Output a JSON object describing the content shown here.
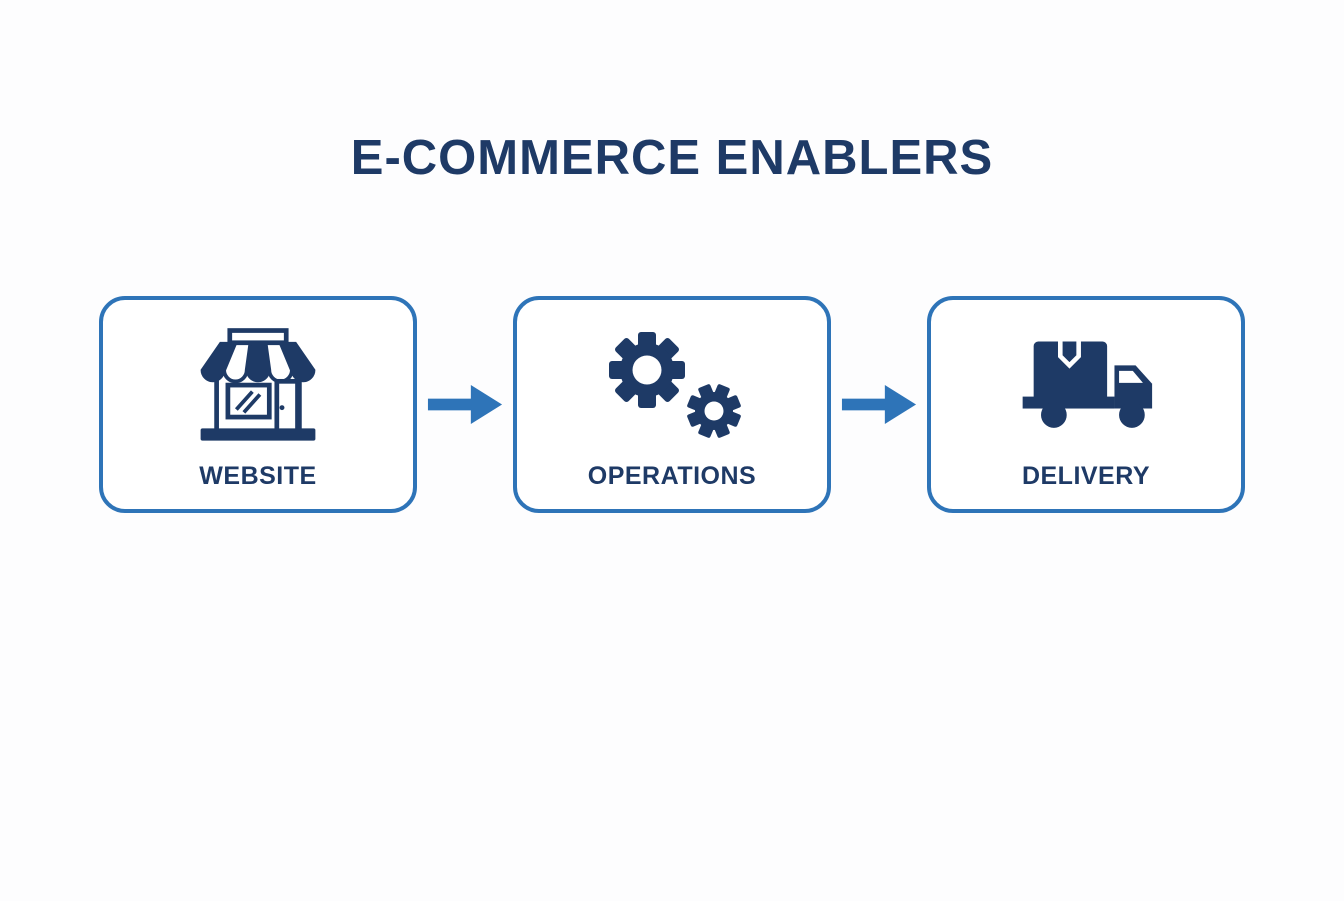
{
  "title": "E-COMMERCE ENABLERS",
  "steps": [
    {
      "label": "WEBSITE",
      "icon": "storefront-icon"
    },
    {
      "label": "OPERATIONS",
      "icon": "gears-icon"
    },
    {
      "label": "DELIVERY",
      "icon": "delivery-truck-icon"
    }
  ],
  "connectors": [
    {
      "icon": "arrow-right-icon",
      "direction": "right"
    },
    {
      "icon": "arrow-right-icon",
      "direction": "right"
    }
  ],
  "colors": {
    "navy": "#1e3a66",
    "accent_blue": "#2e74b8",
    "background": "#fdfdfe",
    "card_background": "#ffffff"
  }
}
